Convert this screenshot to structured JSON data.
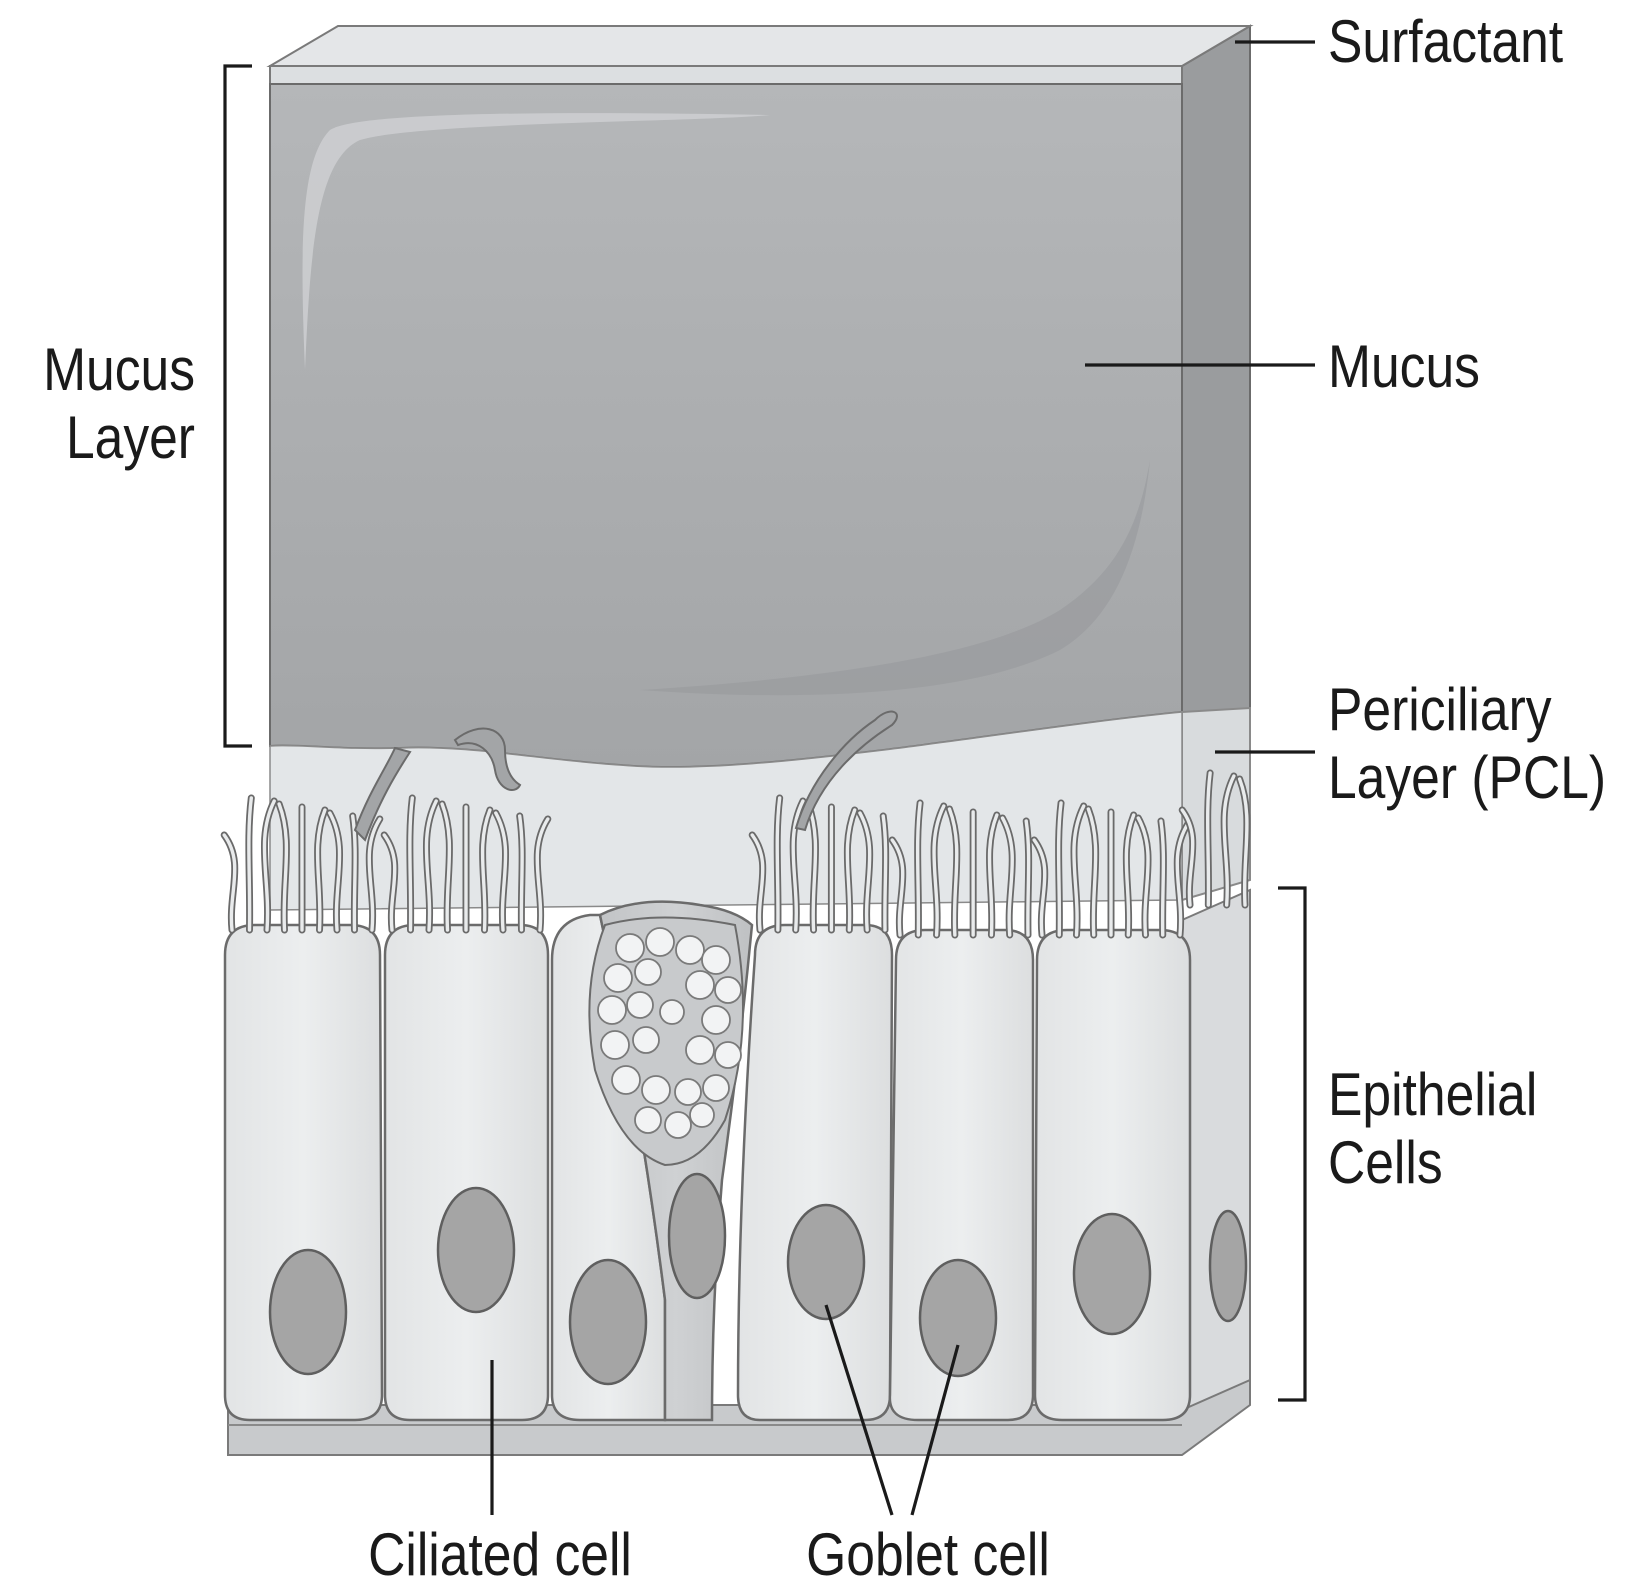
{
  "labels": {
    "surfactant": "Surfactant",
    "mucus": "Mucus",
    "mucus_layer_line1": "Mucus",
    "mucus_layer_line2": "Layer",
    "pcl_line1": "Periciliary",
    "pcl_line2": "Layer (PCL)",
    "epithelial_line1": "Epithelial",
    "epithelial_line2": "Cells",
    "ciliated_cell": "Ciliated cell",
    "goblet_cell": "Goblet cell"
  },
  "colors": {
    "mucus": "#a9abad",
    "mucus_side": "#9c9ea0",
    "surfactant": "#dcdfe1",
    "pcl": "#e3e6e8",
    "cell": "#e9ebec",
    "nucleus": "#a5a5a5",
    "basement": "#c8cacc"
  }
}
